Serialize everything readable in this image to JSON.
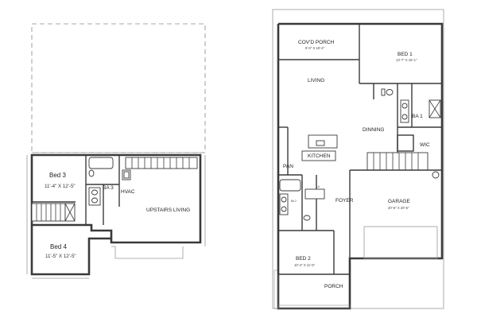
{
  "upper_floor": {
    "bed3": {
      "name": "Bed 3",
      "dim": "11'-4\" X 12'-5\""
    },
    "bed4": {
      "name": "Bed 4",
      "dim": "11'-5\" X 12'-5\""
    },
    "ba3": {
      "name": "BA 3"
    },
    "hvac": {
      "name": "HVAC"
    },
    "upstairs_living": {
      "name": "UPSTAIRS LIVING"
    }
  },
  "main_floor": {
    "covd_porch": {
      "name": "COV'D PORCH",
      "dim": "8'-0\" X 19'-4\""
    },
    "bed1": {
      "name": "BED 1",
      "dim": "13'-7\" X 15'-1\""
    },
    "living": {
      "name": "LIVING"
    },
    "ba1": {
      "name": "BA 1"
    },
    "dinning": {
      "name": "DINNING"
    },
    "kitchen": {
      "name": "KITCHEN"
    },
    "wic": {
      "name": "WIC"
    },
    "pan": {
      "name": "PAN"
    },
    "la": {
      "name": "LA"
    },
    "foyer": {
      "name": "FOYER"
    },
    "ba2": {
      "name": "BA 2"
    },
    "garage": {
      "name": "GARAGE",
      "dim": "20'-6\" X 20'-6\""
    },
    "bed2": {
      "name": "BED 2",
      "dim": "10'-4\" X 11'-5\""
    },
    "porch": {
      "name": "PORCH"
    }
  }
}
